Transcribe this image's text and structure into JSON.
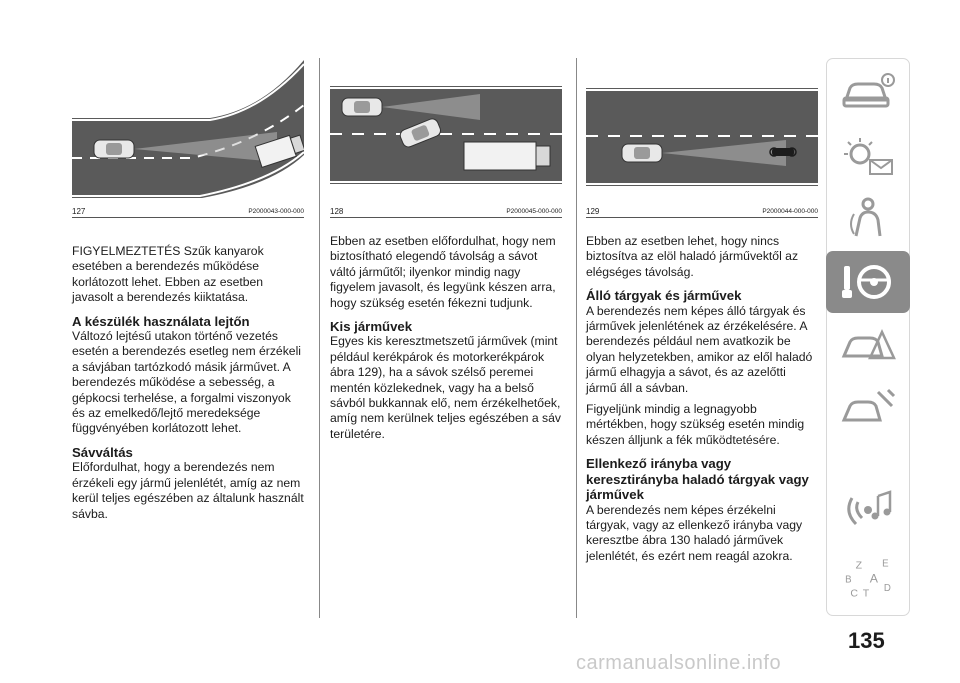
{
  "figures": [
    {
      "number": "127",
      "code": "P2000043-000-000"
    },
    {
      "number": "128",
      "code": "P2000045-000-000"
    },
    {
      "number": "129",
      "code": "P2000044-000-000"
    }
  ],
  "col1": {
    "p1": "FIGYELMEZTETÉS Szűk kanyarok esetében a berendezés működése korlátozott lehet. Ebben az esetben javasolt a berendezés kiiktatása.",
    "h1": "A készülék használata lejtőn",
    "p2": "Változó lejtésű utakon történő vezetés esetén a berendezés esetleg nem érzékeli a sávjában tartózkodó másik járművet. A berendezés működése a sebesség, a gépkocsi terhelése, a forgalmi viszonyok és az emelkedő/lejtő meredeksége függvényében korlátozott lehet.",
    "h2": "Sávváltás",
    "p3": "Előfordulhat, hogy a berendezés nem érzékeli egy jármű jelenlétét, amíg az nem kerül teljes egészében az általunk használt sávba."
  },
  "col2": {
    "p1": "Ebben az esetben előfordulhat, hogy nem biztosítható elegendő távolság a sávot váltó járműtől; ilyenkor mindig nagy figyelem javasolt, és legyünk készen arra, hogy szükség esetén fékezni tudjunk.",
    "h1": "Kis járművek",
    "p2": "Egyes kis keresztmetszetű járművek (mint például kerékpárok és motorkerékpárok ábra 129), ha a sávok szélső peremei mentén közlekednek, vagy ha a belső sávból bukkannak elő, nem érzékelhetőek, amíg nem kerülnek teljes egészében a sáv területére."
  },
  "col3": {
    "p1": "Ebben az esetben lehet, hogy nincs biztosítva az elöl haladó járművektől az elégséges távolság.",
    "h1": "Álló tárgyak és járművek",
    "p2": "A berendezés nem képes álló tárgyak és járművek jelenlétének az érzékelésére. A berendezés például nem avatkozik be olyan helyzetekben, amikor az elől haladó jármű elhagyja a sávot, és az azelőtti jármű áll a sávban.",
    "p3": "Figyeljünk mindig a legnagyobb mértékben, hogy szükség esetén mindig készen álljunk a fék működtetésére.",
    "h2": "Ellenkező irányba vagy keresztirányba haladó tárgyak vagy járművek",
    "p4": "A berendezés nem képes érzékelni tárgyak, vagy az ellenkező irányba vagy keresztbe ábra 130 haladó járművek jelenlétét, és ezért nem reagál azokra."
  },
  "sidebar": {
    "tabs": [
      {
        "icon": "car-info-icon",
        "active": false
      },
      {
        "icon": "lights-message-icon",
        "active": false
      },
      {
        "icon": "seat-airbag-icon",
        "active": false
      },
      {
        "icon": "steering-wheel-key-icon",
        "active": true
      },
      {
        "icon": "breakdown-warning-icon",
        "active": false
      },
      {
        "icon": "maintenance-wrench-icon",
        "active": false
      },
      {
        "icon": "multimedia-icon",
        "active": false
      },
      {
        "icon": "alphabetical-index-icon",
        "active": false
      }
    ],
    "index_letters": [
      "Z",
      "E",
      "B",
      "A",
      "C",
      "T",
      "D"
    ]
  },
  "page": {
    "number": "135"
  },
  "watermark": "carmanualsonline.info",
  "colors": {
    "sidebar_active": "#8a8a8a",
    "road": "#595959",
    "text": "#1c1c1c"
  }
}
